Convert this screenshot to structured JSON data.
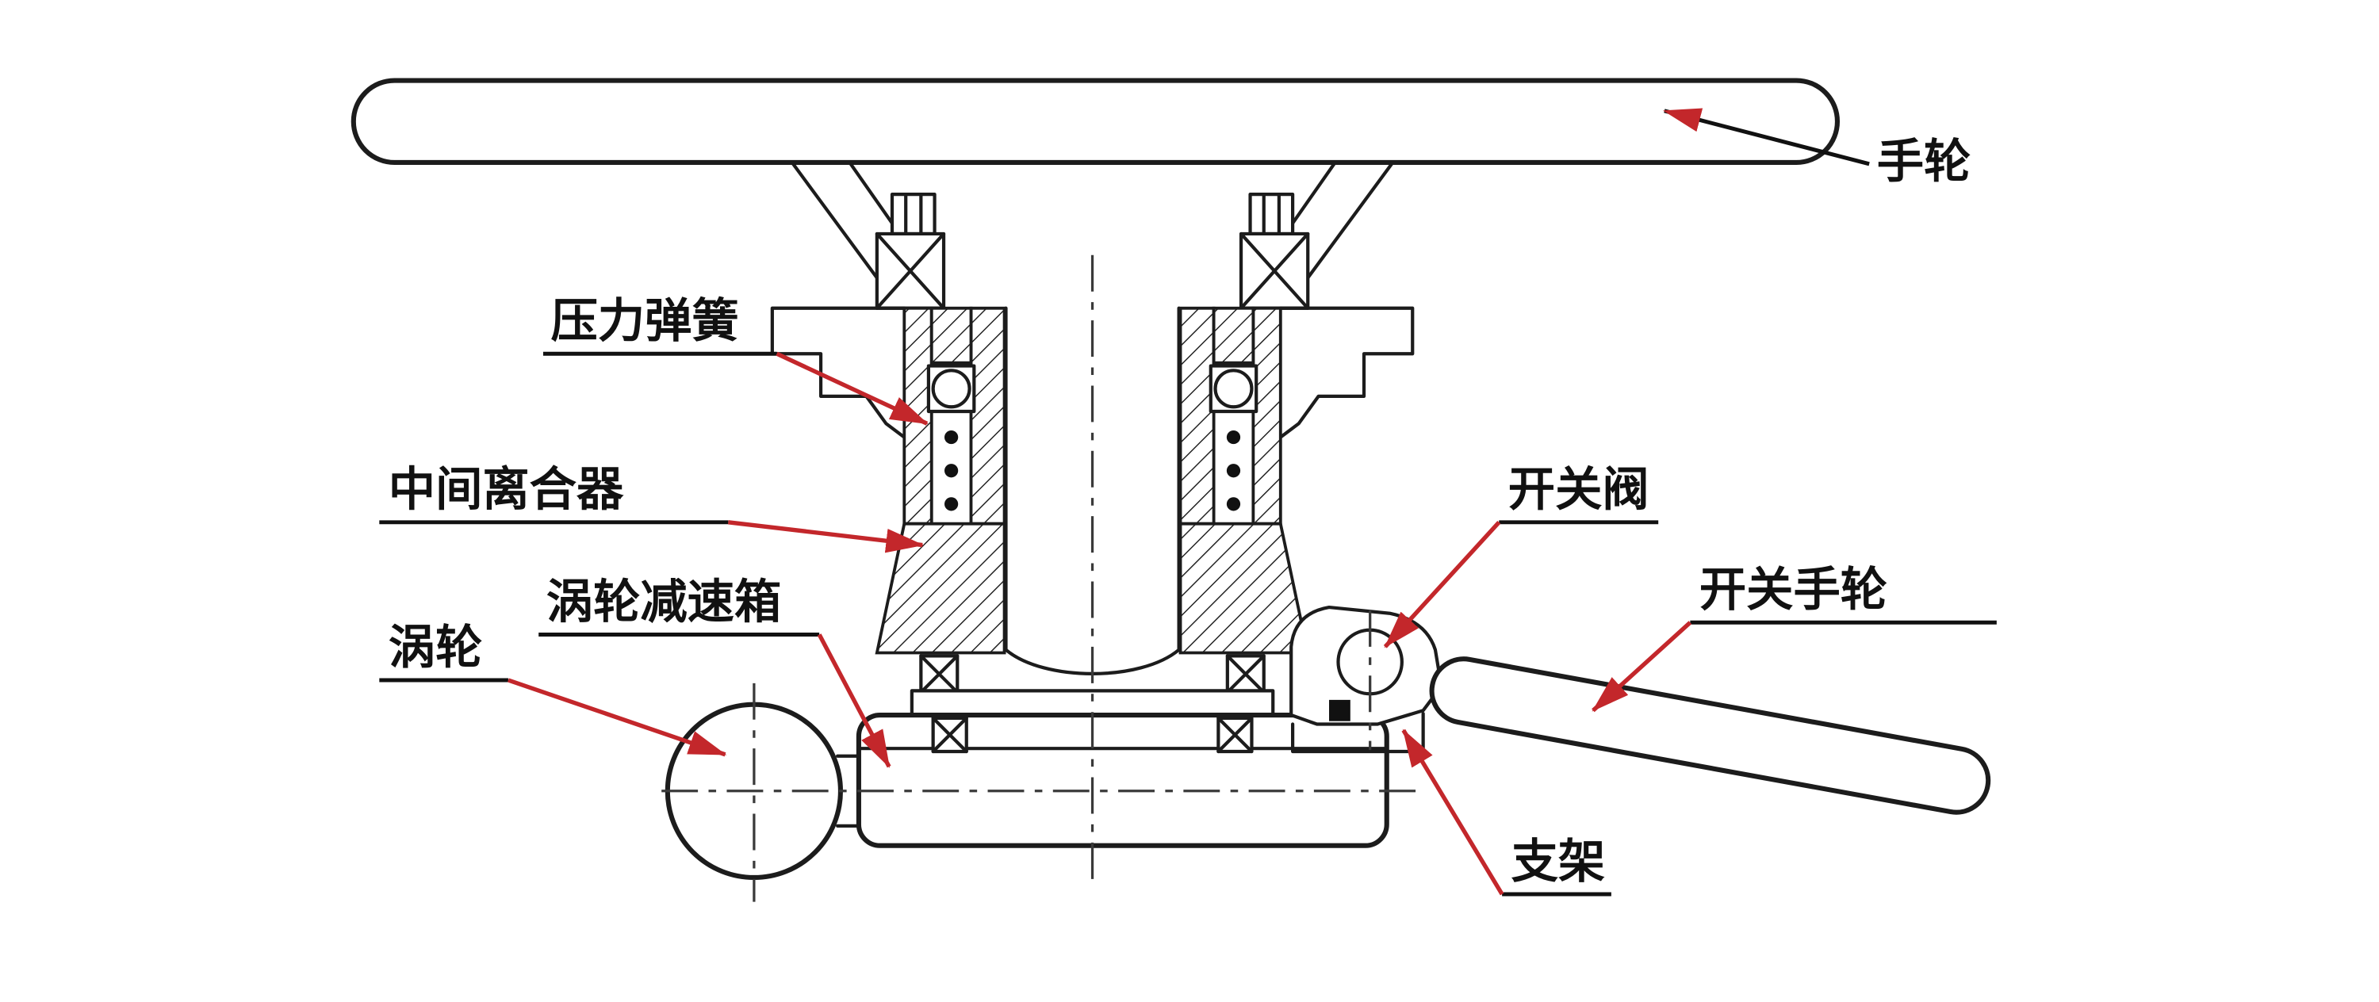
{
  "diagram": {
    "colors": {
      "outline": "#1c1c1c",
      "leader_arrow": "#c3272b",
      "background": "#ffffff"
    },
    "labels": {
      "handwheel": "手轮",
      "pressure_spring": "压力弹簧",
      "intermediate_clutch": "中间离合器",
      "worm_gear_reducer": "涡轮减速箱",
      "worm_wheel": "涡轮",
      "switch_valve": "开关阀",
      "switch_handwheel": "开关手轮",
      "bracket": "支架"
    }
  }
}
